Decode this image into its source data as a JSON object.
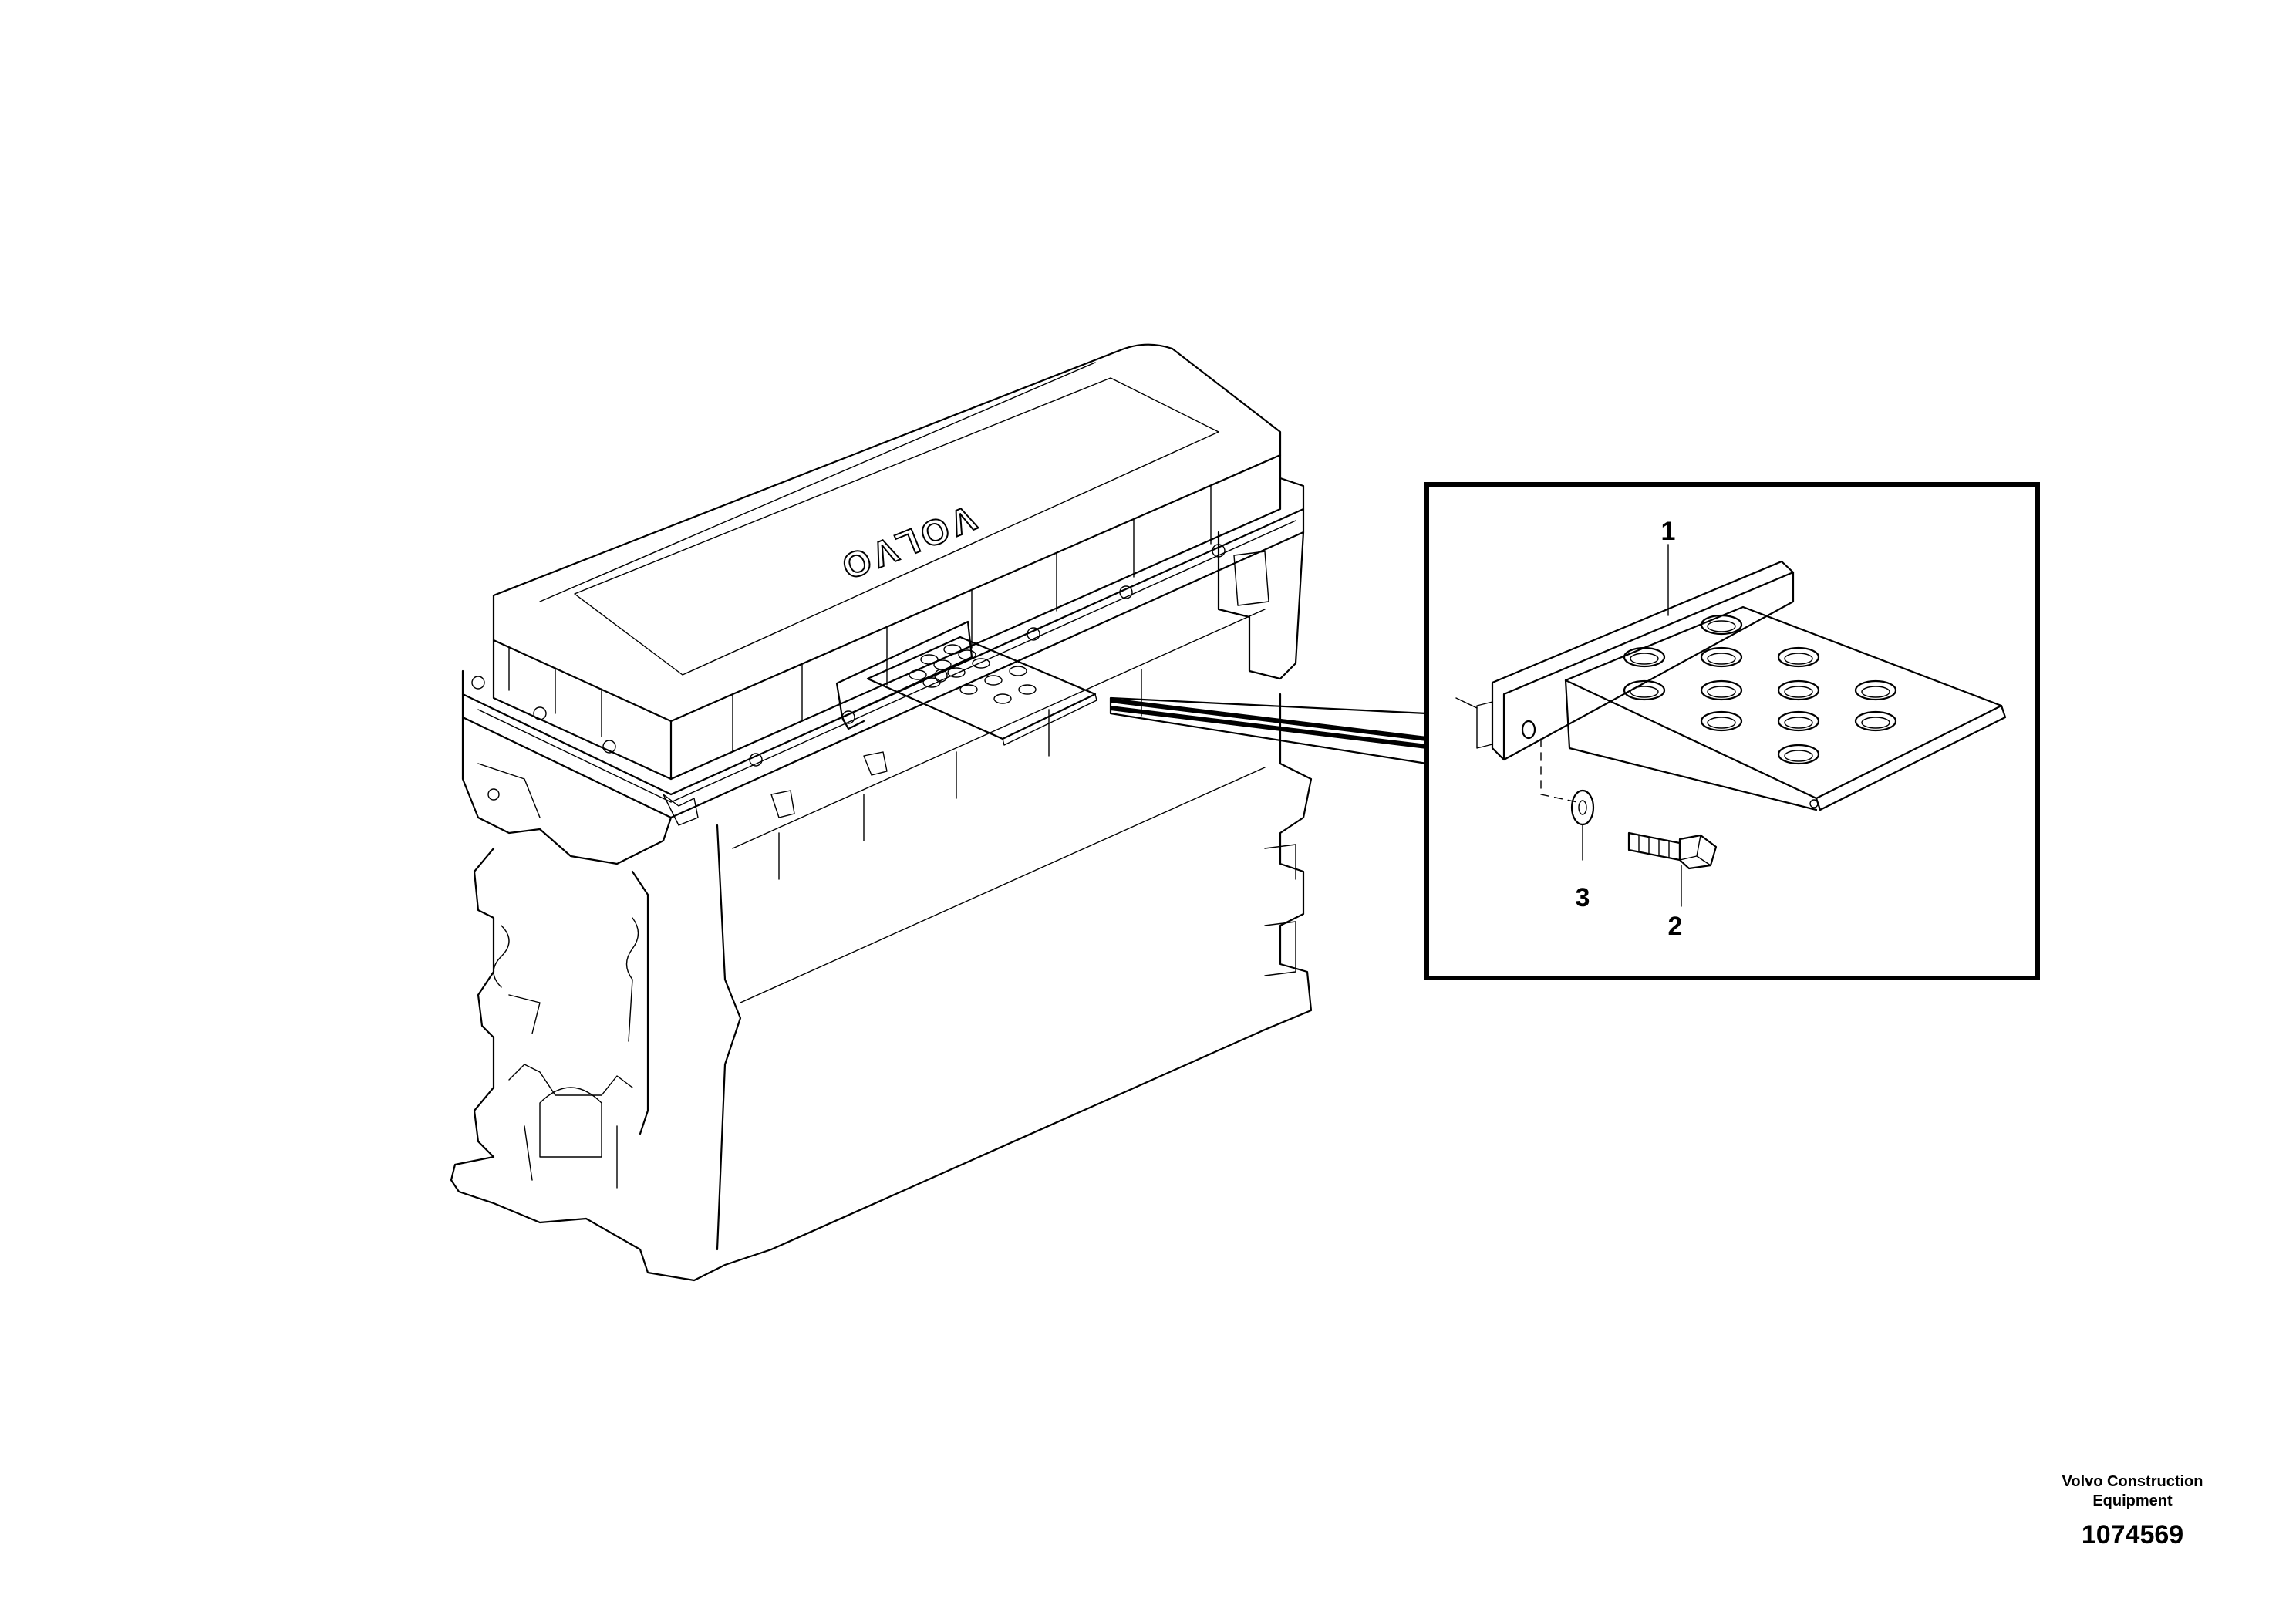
{
  "diagram": {
    "engine_logo_text": "VOLVO",
    "callouts": [
      {
        "id": "1",
        "label": "1"
      },
      {
        "id": "2",
        "label": "2"
      },
      {
        "id": "3",
        "label": "3"
      }
    ]
  },
  "footer": {
    "brand_line1": "Volvo Construction",
    "brand_line2": "Equipment",
    "doc_number": "1074569"
  }
}
